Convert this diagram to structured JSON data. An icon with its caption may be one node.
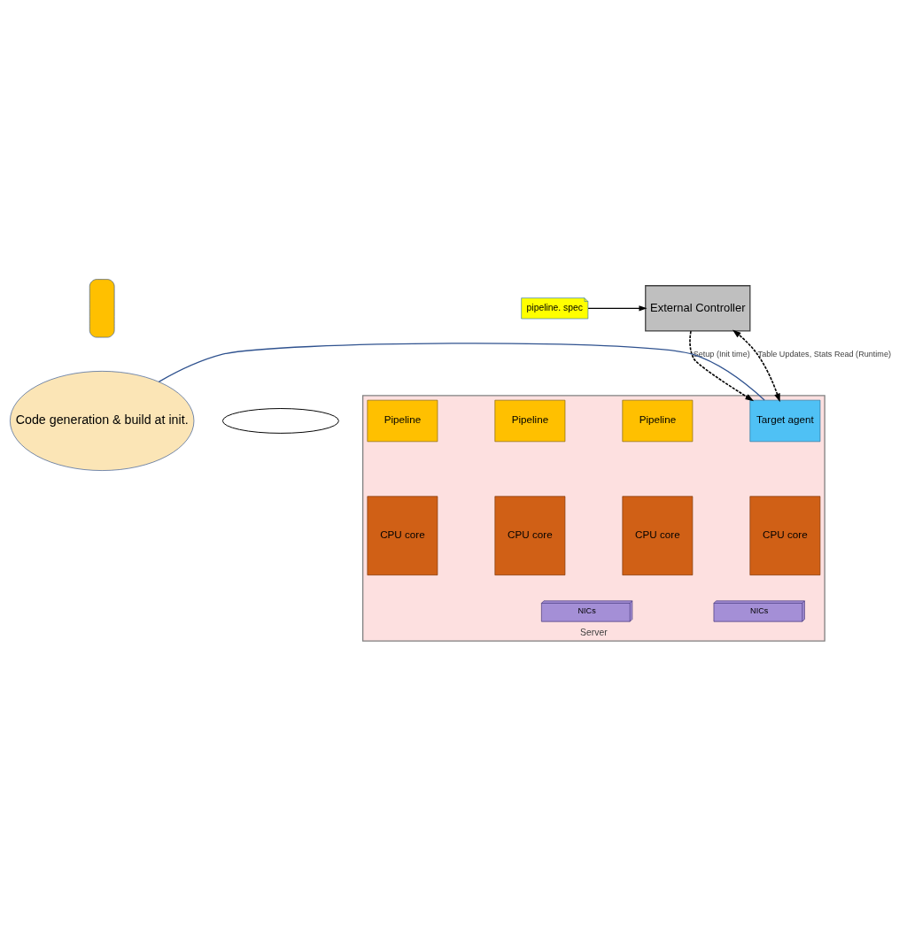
{
  "diagram": {
    "nodes": [
      {
        "text": [],
        "shape": "box"
      },
      {
        "text": [
          "pipeline. spec"
        ]
      },
      {
        "text": [
          "External Controller"
        ]
      },
      {
        "text": [],
        "shape": "cloud"
      },
      {
        "text": [
          "Code generation & build at init."
        ]
      },
      {
        "text": [
          "Server"
        ]
      },
      {
        "text": [
          "Pipeline"
        ],
        "in": 5
      },
      {
        "text": [
          "Pipeline"
        ],
        "in": 5
      },
      {
        "text": [
          "Pipeline"
        ],
        "in": 5
      },
      {
        "text": [
          "Target agent"
        ],
        "in": 5
      },
      {
        "text": [
          "CPU core"
        ],
        "in": 5
      },
      {
        "text": [
          "CPU core"
        ],
        "in": 5
      },
      {
        "text": [
          "CPU core"
        ],
        "in": 5
      },
      {
        "text": [
          "CPU core"
        ],
        "in": 5
      },
      {
        "text": [
          "NICs"
        ],
        "in": 5
      },
      {
        "text": [
          "NICs"
        ],
        "in": 5
      }
    ],
    "edges": [
      {
        "from": 1,
        "to": 2,
        "arrow": "to"
      },
      {
        "from": 2,
        "to": 9,
        "arrow": "to",
        "style": "dashed",
        "label": "Setup (Init time)"
      },
      {
        "from": 9,
        "to": 2,
        "arrow": "both",
        "style": "dashed",
        "label": "Table Updates, Stats Read (Runtime)"
      },
      {
        "from": 4,
        "to": 9,
        "arrow": "none",
        "color": "#2f528f"
      }
    ]
  }
}
